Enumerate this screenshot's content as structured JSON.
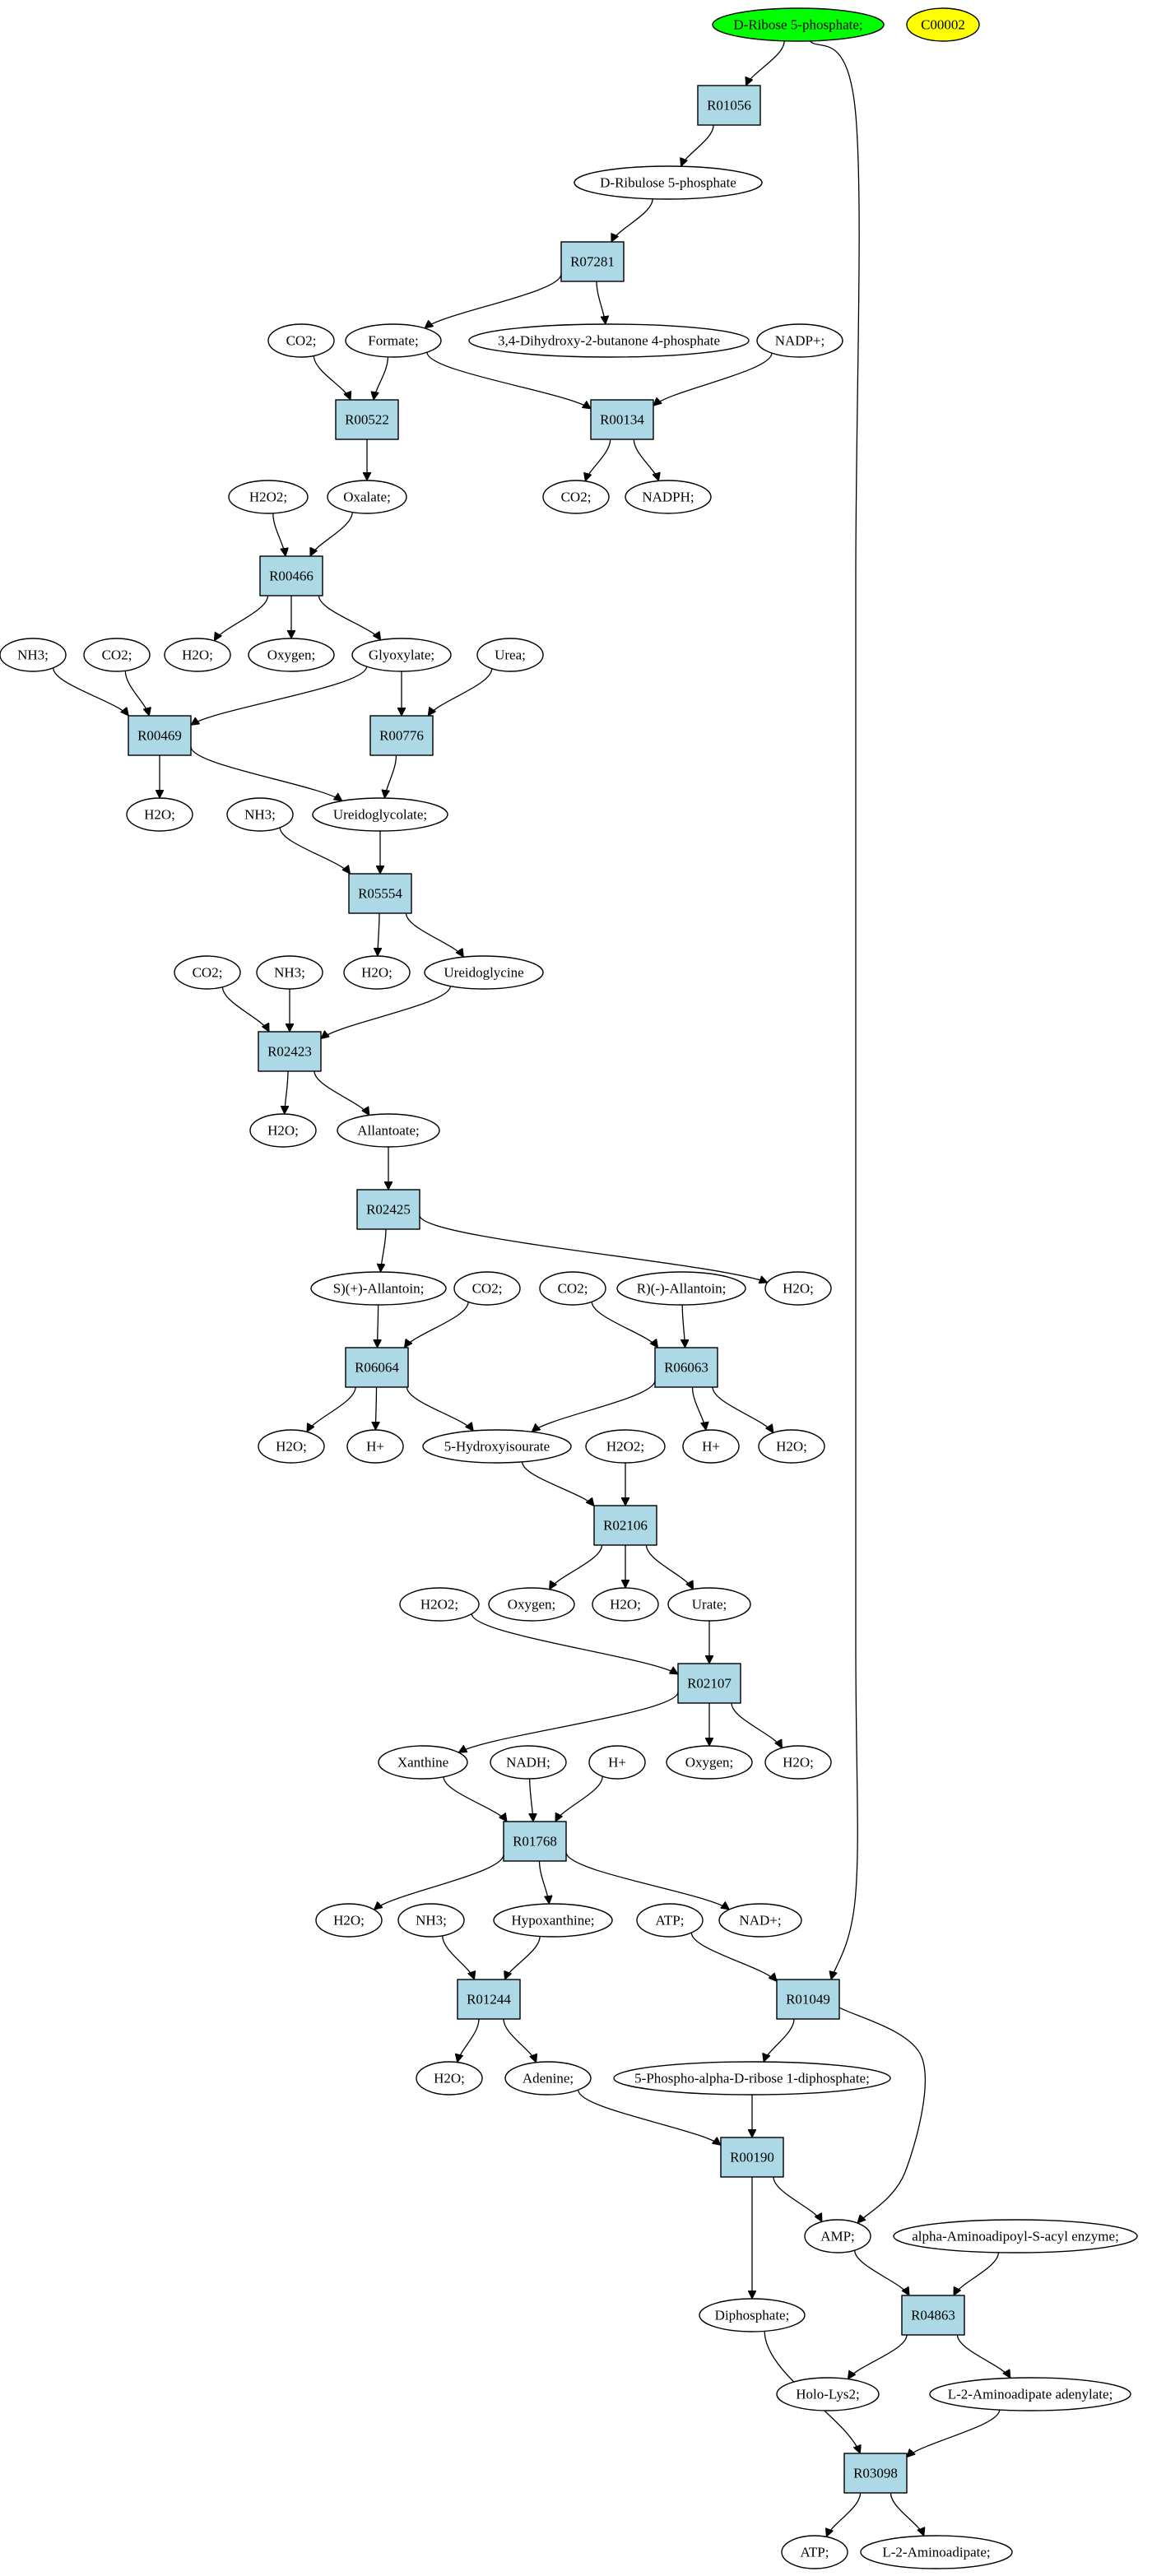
{
  "colors": {
    "start_node": "#00ff00",
    "legend_node": "#ffff00",
    "reaction_node": "#add8e6"
  },
  "nodes": {
    "c_d_ribose_5p": "D-Ribose 5-phosphate;",
    "legend_c00002": "C00002",
    "r01056": "R01056",
    "c_d_ribulose_5p": "D-Ribulose 5-phosphate",
    "r07281": "R07281",
    "c_formate": "Formate;",
    "c_dhbp": "3,4-Dihydroxy-2-butanone 4-phosphate",
    "c_co2_a": "CO2;",
    "c_nadp": "NADP+;",
    "r00522": "R00522",
    "r00134": "R00134",
    "c_co2_b": "CO2;",
    "c_nadph": "NADPH;",
    "c_h2o2_a": "H2O2;",
    "c_oxalate": "Oxalate;",
    "r00466": "R00466",
    "c_h2o_a": "H2O;",
    "c_oxygen_a": "Oxygen;",
    "c_glyoxylate": "Glyoxylate;",
    "c_nh3_a": "NH3;",
    "c_co2_c": "CO2;",
    "c_urea": "Urea;",
    "r00469": "R00469",
    "r00776": "R00776",
    "c_h2o_b": "H2O;",
    "c_ureidoglycolate": "Ureidoglycolate;",
    "c_nh3_b": "NH3;",
    "r05554": "R05554",
    "c_h2o_c": "H2O;",
    "c_ureidoglycine": "Ureidoglycine",
    "c_co2_d": "CO2;",
    "c_nh3_c": "NH3;",
    "r02423": "R02423",
    "c_h2o_d": "H2O;",
    "c_allantoate": "Allantoate;",
    "r02425": "R02425",
    "c_s_allantoin": "S)(+)-Allantoin;",
    "c_co2_e": "CO2;",
    "c_co2_f": "CO2;",
    "c_r_allantoin": "R)(-)-Allantoin;",
    "c_h2o_e": "H2O;",
    "r06064": "R06064",
    "r06063": "R06063",
    "c_h2o_f": "H2O;",
    "c_hplus_a": "H+",
    "c_5_hydroxyisourate": "5-Hydroxyisourate",
    "c_h2o2_b": "H2O2;",
    "c_hplus_b": "H+",
    "c_h2o_g": "H2O;",
    "r02106": "R02106",
    "c_h2o2_c": "H2O2;",
    "c_oxygen_b": "Oxygen;",
    "c_h2o_h": "H2O;",
    "c_urate": "Urate;",
    "r02107": "R02107",
    "c_xanthine": "Xanthine",
    "c_nadh": "NADH;",
    "c_hplus_c": "H+",
    "c_oxygen_c": "Oxygen;",
    "c_h2o_i": "H2O;",
    "r01768": "R01768",
    "c_h2o_j": "H2O;",
    "c_nh3_d": "NH3;",
    "c_hypoxanthine": "Hypoxanthine;",
    "c_atp_a": "ATP;",
    "c_nadplus": "NAD+;",
    "r01244": "R01244",
    "r01049": "R01049",
    "c_h2o_k": "H2O;",
    "c_adenine": "Adenine;",
    "c_prpp": "5-Phospho-alpha-D-ribose 1-diphosphate;",
    "r00190": "R00190",
    "c_amp": "AMP;",
    "c_aminoadipoyl_enzyme": "alpha-Aminoadipoyl-S-acyl enzyme;",
    "c_diphosphate": "Diphosphate;",
    "r04863": "R04863",
    "c_holo_lys2": "Holo-Lys2;",
    "c_aminoadipate_adenylate": "L-2-Aminoadipate adenylate;",
    "r03098": "R03098",
    "c_atp_b": "ATP;",
    "c_aminoadipate": "L-2-Aminoadipate;"
  }
}
